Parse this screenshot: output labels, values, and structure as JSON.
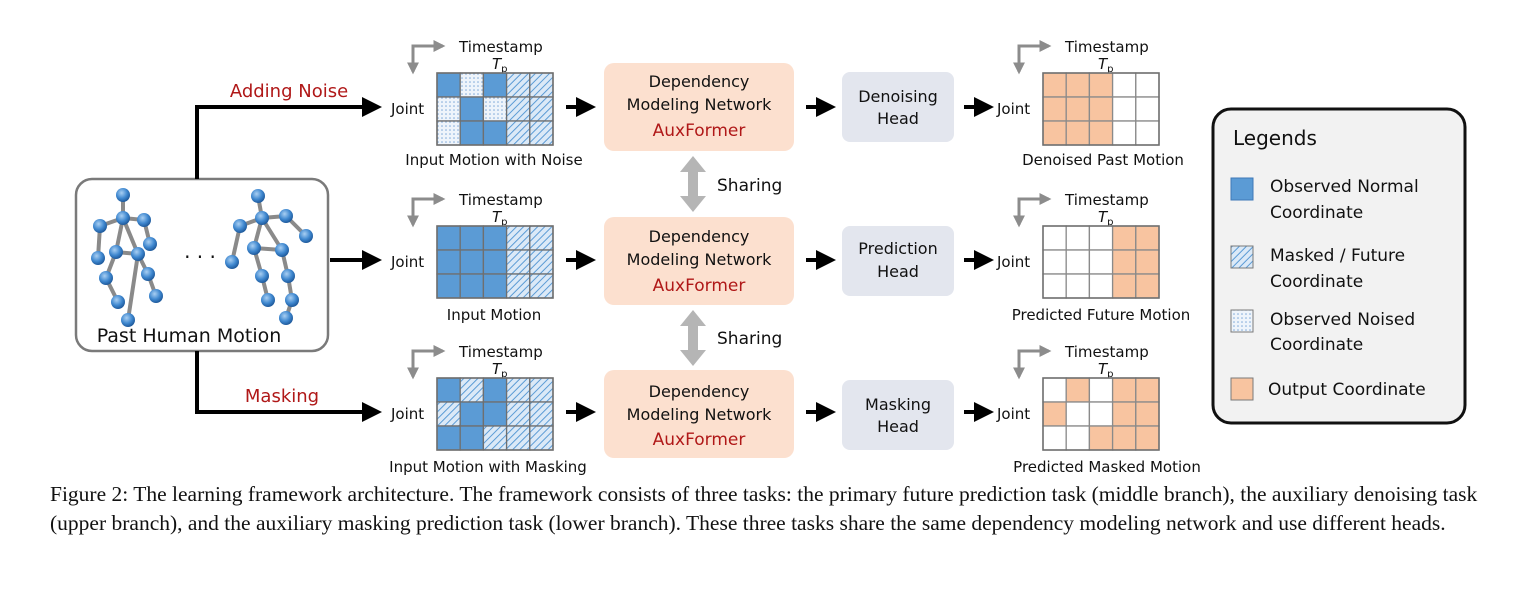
{
  "colors": {
    "observed": "#5b9bd5",
    "observed_dark": "#3f78b8",
    "output": "#f8c4a0",
    "module_bg": "#fce0cf",
    "head_bg": "#e3e6ee",
    "accent_red": "#b01818",
    "grid_line": "#7a7a7a",
    "arrow_gray": "#8c8c8c"
  },
  "source": {
    "label": "Past Human Motion",
    "ellipsis": "· · ·"
  },
  "branch_labels": {
    "noise": "Adding Noise",
    "masking": "Masking"
  },
  "axis_labels": {
    "timestamp": "Timestamp",
    "joint": "Joint",
    "tp": "T",
    "tp_sub": "p"
  },
  "input_captions": {
    "noise": "Input Motion with Noise",
    "normal": "Input Motion",
    "masking": "Input Motion with Masking"
  },
  "network": {
    "line1": "Dependency",
    "line2": "Modeling Network",
    "name": "AuxFormer"
  },
  "sharing": "Sharing",
  "heads": {
    "denoising": [
      "Denoising",
      "Head"
    ],
    "prediction": [
      "Prediction",
      "Head"
    ],
    "masking": [
      "Masking",
      "Head"
    ]
  },
  "output_captions": {
    "denoising": "Denoised Past Motion",
    "prediction": "Predicted Future Motion",
    "masking": "Predicted Masked Motion"
  },
  "legend": {
    "title": "Legends",
    "items": [
      {
        "kind": "observed",
        "line1": "Observed Normal",
        "line2": "Coordinate"
      },
      {
        "kind": "masked",
        "line1": "Masked / Future",
        "line2": "Coordinate"
      },
      {
        "kind": "noised",
        "line1": "Observed Noised",
        "line2": "Coordinate"
      },
      {
        "kind": "output",
        "line1": "Output Coordinate",
        "line2": ""
      }
    ]
  },
  "grids": {
    "input_noise": [
      [
        "O",
        "N",
        "O",
        "M",
        "M"
      ],
      [
        "N",
        "O",
        "N",
        "M",
        "M"
      ],
      [
        "N",
        "O",
        "O",
        "M",
        "M"
      ]
    ],
    "input_normal": [
      [
        "O",
        "O",
        "O",
        "M",
        "M"
      ],
      [
        "O",
        "O",
        "O",
        "M",
        "M"
      ],
      [
        "O",
        "O",
        "O",
        "M",
        "M"
      ]
    ],
    "input_masking": [
      [
        "O",
        "M",
        "O",
        "M",
        "M"
      ],
      [
        "M",
        "O",
        "O",
        "M",
        "M"
      ],
      [
        "O",
        "O",
        "M",
        "M",
        "M"
      ]
    ],
    "out_denoise": [
      [
        "P",
        "P",
        "P",
        "W",
        "W"
      ],
      [
        "P",
        "P",
        "P",
        "W",
        "W"
      ],
      [
        "P",
        "P",
        "P",
        "W",
        "W"
      ]
    ],
    "out_predict": [
      [
        "W",
        "W",
        "W",
        "P",
        "P"
      ],
      [
        "W",
        "W",
        "W",
        "P",
        "P"
      ],
      [
        "W",
        "W",
        "W",
        "P",
        "P"
      ]
    ],
    "out_masking": [
      [
        "W",
        "P",
        "W",
        "P",
        "P"
      ],
      [
        "P",
        "W",
        "W",
        "P",
        "P"
      ],
      [
        "W",
        "W",
        "P",
        "P",
        "P"
      ]
    ]
  },
  "caption": "Figure 2: The learning framework architecture. The framework consists of three tasks: the primary future prediction task (middle branch), the auxiliary denoising task (upper branch), and the auxiliary masking prediction task (lower branch). These three tasks share the same dependency modeling network and use different heads."
}
